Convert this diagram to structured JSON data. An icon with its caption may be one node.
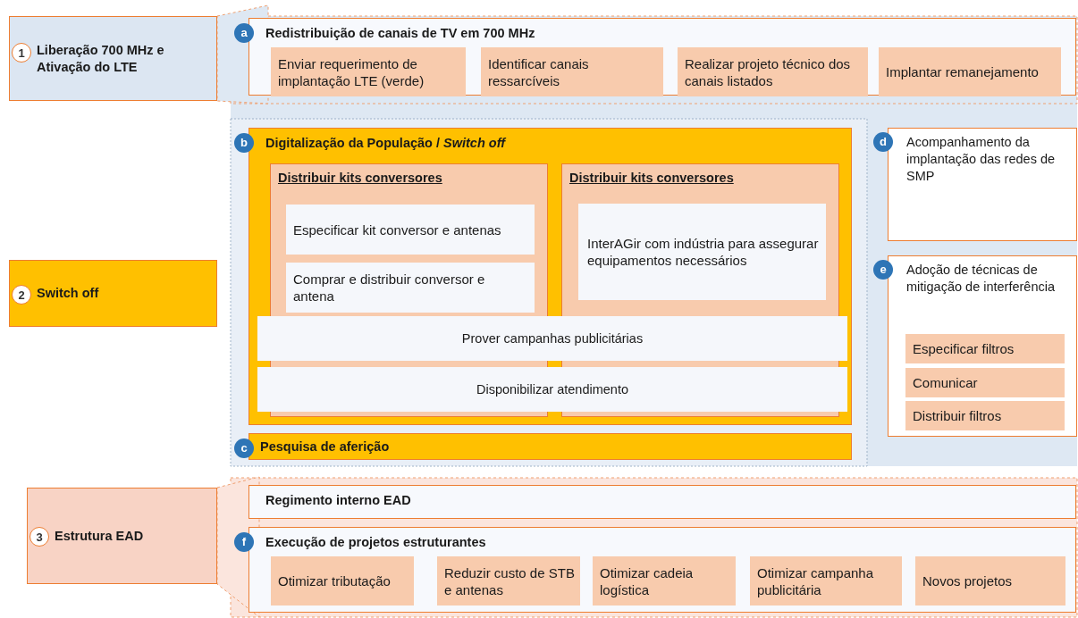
{
  "diagram": {
    "nodes": [
      {
        "text": [
          "1",
          "Liberação 700 MHz e Ativação do LTE"
        ]
      },
      {
        "text": [
          "a",
          "Redistribuição de canais de TV em 700 MHz"
        ]
      },
      {
        "text": [
          "Enviar requerimento de implantação LTE (verde)"
        ],
        "in": 1
      },
      {
        "text": [
          "Identificar canais ressarcíveis"
        ],
        "in": 1
      },
      {
        "text": [
          "Realizar projeto técnico dos canais listados"
        ],
        "in": 1
      },
      {
        "text": [
          "Implantar remanejamento"
        ],
        "in": 1
      },
      {
        "text": [
          "2",
          "Switch off"
        ]
      },
      {
        "text": [
          "b",
          "Digitalização da População / *Switch off*"
        ]
      },
      {
        "text": [
          "Distribuir kits conversores"
        ],
        "in": 7
      },
      {
        "text": [
          "Especificar kit conversor e antenas"
        ],
        "in": 8
      },
      {
        "text": [
          "Comprar e distribuir conversor e antena"
        ],
        "in": 8
      },
      {
        "text": [
          "Distribuir kits conversores"
        ],
        "in": 7
      },
      {
        "text": [
          "InterAGir com indústria para assegurar equipamentos necessários"
        ],
        "in": 11
      },
      {
        "text": [
          "Prover campanhas publicitárias"
        ],
        "in": 7
      },
      {
        "text": [
          "Disponibilizar atendimento"
        ],
        "in": 7
      },
      {
        "text": [
          "c",
          "Pesquisa de aferição"
        ]
      },
      {
        "text": [
          "d",
          "Acompanhamento da implantação das redes de SMP"
        ]
      },
      {
        "text": [
          "e",
          "Adoção de técnicas de mitigação de interferência"
        ]
      },
      {
        "text": [
          "Especificar filtros"
        ],
        "in": 17
      },
      {
        "text": [
          "Comunicar"
        ],
        "in": 17
      },
      {
        "text": [
          "Distribuir filtros"
        ],
        "in": 17
      },
      {
        "text": [
          "3",
          "Estrutura EAD"
        ]
      },
      {
        "text": [
          "Regimento interno EAD"
        ]
      },
      {
        "text": [
          "f",
          "Execução de projetos estruturantes"
        ]
      },
      {
        "text": [
          "Otimizar tributação"
        ],
        "in": 23
      },
      {
        "text": [
          "Reduzir custo de STB e antenas"
        ],
        "in": 23
      },
      {
        "text": [
          "Otimizar cadeia logística"
        ],
        "in": 23
      },
      {
        "text": [
          "Otimizar campanha publicitária"
        ],
        "in": 23
      },
      {
        "text": [
          "Novos projetos"
        ],
        "in": 23
      }
    ]
  }
}
